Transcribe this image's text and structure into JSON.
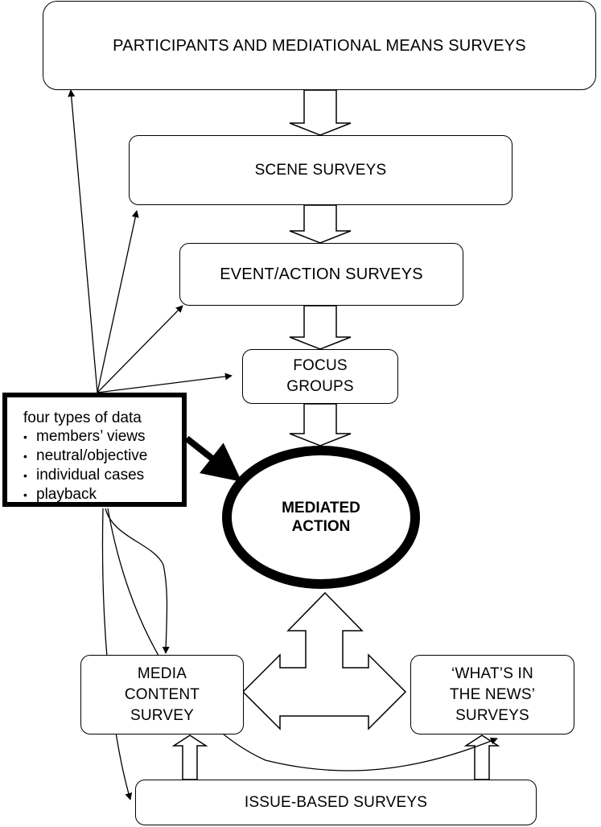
{
  "diagram": {
    "boxes": {
      "participants": "PARTICIPANTS AND MEDIATIONAL MEANS SURVEYS",
      "scene": "SCENE SURVEYS",
      "event": "EVENT/ACTION SURVEYS",
      "focus": "FOCUS\nGROUPS",
      "media": "MEDIA\nCONTENT\nSURVEY",
      "news": "‘WHAT’S IN\nTHE NEWS’\nSURVEYS",
      "issue": "ISSUE-BASED SURVEYS"
    },
    "center": "MEDIATED\nACTION",
    "data_box": {
      "title": "four types of data",
      "items": [
        "members’ views",
        "neutral/objective",
        "individual cases",
        "playback"
      ]
    }
  }
}
